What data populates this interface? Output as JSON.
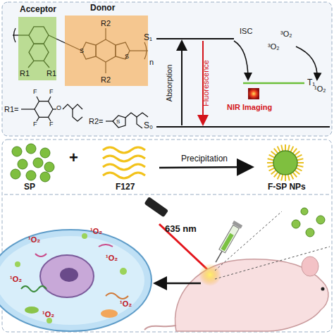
{
  "diagram": {
    "nodes": [
      {
        "text": [
          "Acceptor"
        ]
      },
      {
        "text": [
          "Donor"
        ]
      },
      {
        "text": [
          "SP"
        ]
      },
      {
        "text": [
          "F127"
        ]
      },
      {
        "text": [
          "F-SP NPs"
        ]
      }
    ],
    "edges": [
      {
        "from": 3,
        "to": 4,
        "label": "Precipitation",
        "arrow": "to"
      }
    ],
    "labels": [
      "R2",
      "R2",
      "R1",
      "R1",
      "n",
      "S",
      "S",
      "R1=",
      "F",
      "F",
      "F",
      "F",
      "O",
      "R2=",
      "S",
      "S₁",
      "S₀",
      "T₁",
      "ISC",
      "³O₂",
      "³O₂",
      "¹O₂",
      "Absorption",
      "Fluorescence",
      "NIR Imaging",
      "+",
      "635 nm",
      "¹O₂",
      "¹O₂",
      "¹O₂",
      "¹O₂",
      "¹O₂",
      "¹O₂"
    ]
  }
}
